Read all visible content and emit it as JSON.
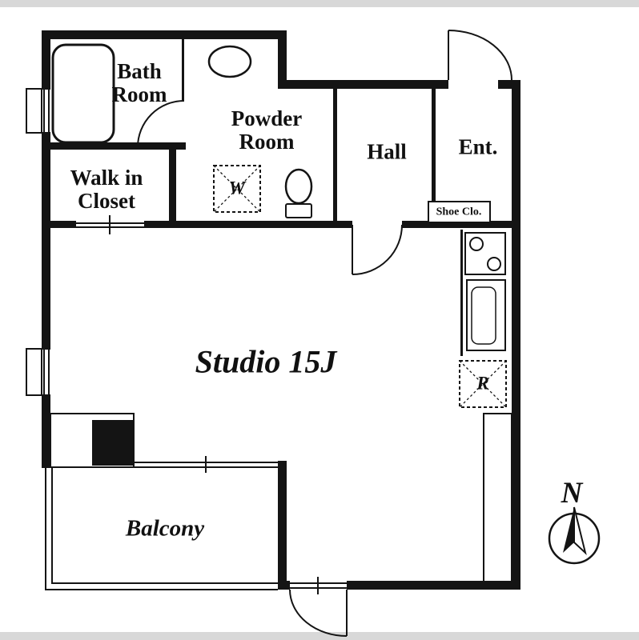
{
  "colors": {
    "wall": "#141414",
    "background": "#ffffff",
    "frame": "#d8d8d8"
  },
  "labels": {
    "bath": {
      "line1": "Bath",
      "line2": "Room"
    },
    "powder": {
      "line1": "Powder",
      "line2": "Room"
    },
    "closet": {
      "line1": "Walk in",
      "line2": "Closet"
    },
    "hall": "Hall",
    "entrance": "Ent.",
    "shoe_closet": "Shoe Clo.",
    "washer": "W",
    "refrigerator": "R",
    "studio": "Studio 15J",
    "balcony": "Balcony",
    "compass_north": "N"
  }
}
